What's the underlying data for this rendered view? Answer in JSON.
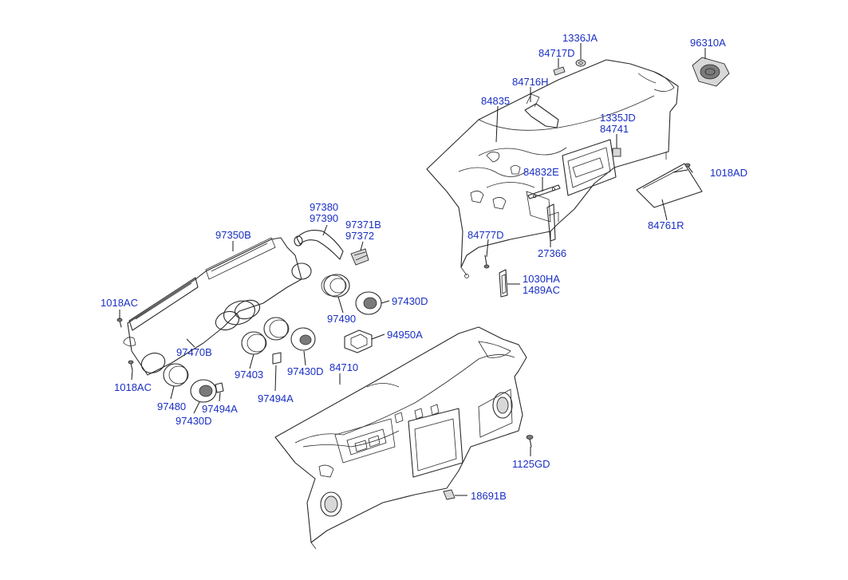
{
  "diagram": {
    "label_color": "#1a2fc4",
    "line_color": "#1a1a1a",
    "labels": {
      "l1336JA": "1336JA",
      "l96310A": "96310A",
      "l84717D": "84717D",
      "l84716H": "84716H",
      "l84835": "84835",
      "l1335JD": "1335JD",
      "l84741": "84741",
      "l84832E": "84832E",
      "l1018AD": "1018AD",
      "l84777D": "84777D",
      "l84761R": "84761R",
      "l27366": "27366",
      "l1030HA": "1030HA",
      "l1489AC": "1489AC",
      "l97380": "97380",
      "l97390": "97390",
      "l97371B": "97371B",
      "l97372": "97372",
      "l97350B": "97350B",
      "l1018AC_top": "1018AC",
      "l97430D_a": "97430D",
      "l97490": "97490",
      "l94950A": "94950A",
      "l97470B": "97470B",
      "l84710": "84710",
      "l97403": "97403",
      "l97430D_b": "97430D",
      "l1018AC_bottom": "1018AC",
      "l97494A_a": "97494A",
      "l97480": "97480",
      "l97494A_b": "97494A",
      "l97430D_c": "97430D",
      "l1125GD": "1125GD",
      "l18691B": "18691B"
    }
  }
}
